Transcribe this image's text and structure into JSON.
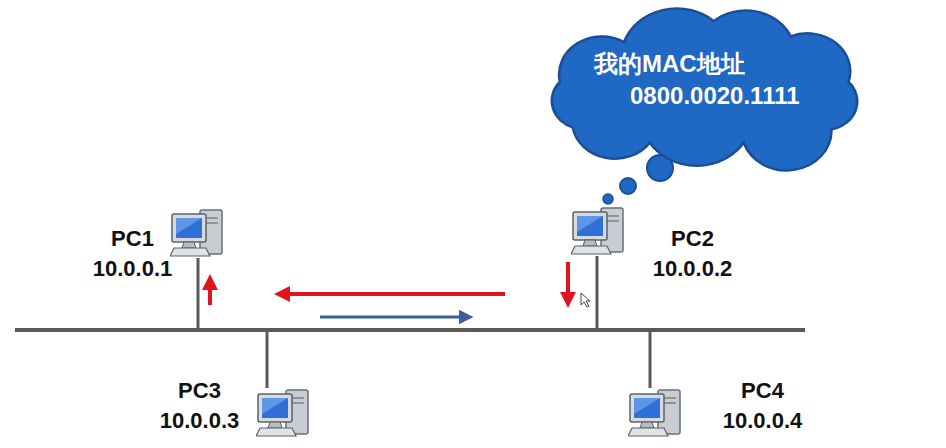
{
  "diagram": {
    "nodes": [
      {
        "text": [
          "我的MAC地址",
          "0800.0020.1111"
        ]
      },
      {
        "text": [
          "PC1",
          "10.0.0.1"
        ]
      },
      {
        "text": [
          "PC2",
          "10.0.0.2"
        ]
      },
      {
        "text": [
          "PC3",
          "10.0.0.3"
        ]
      },
      {
        "text": [
          "PC4",
          "10.0.0.4"
        ]
      }
    ]
  }
}
